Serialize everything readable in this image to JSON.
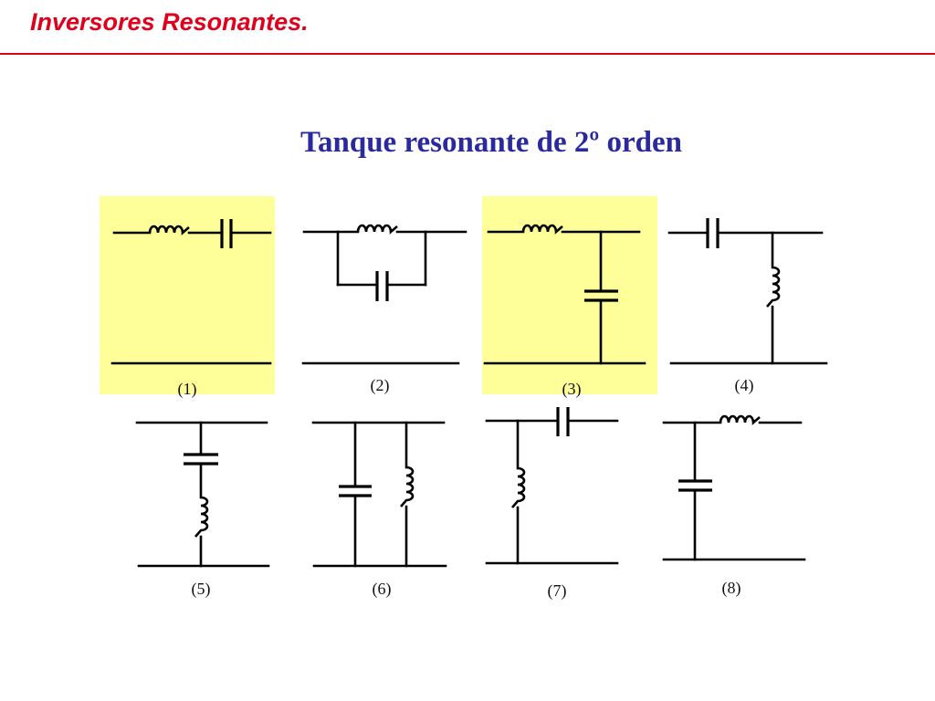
{
  "header": {
    "title": "Inversores Resonantes."
  },
  "diagram": {
    "title": "Tanque resonante de 2º orden"
  },
  "circuits": [
    {
      "label": "(1)",
      "highlighted": true,
      "topology": "series-inductor-capacitor"
    },
    {
      "label": "(2)",
      "highlighted": false,
      "topology": "parallel-inductor-capacitor-in-series-branch"
    },
    {
      "label": "(3)",
      "highlighted": true,
      "topology": "series-inductor-shunt-capacitor"
    },
    {
      "label": "(4)",
      "highlighted": false,
      "topology": "series-capacitor-shunt-inductor"
    },
    {
      "label": "(5)",
      "highlighted": false,
      "topology": "shunt-series-capacitor-inductor"
    },
    {
      "label": "(6)",
      "highlighted": false,
      "topology": "shunt-capacitor-and-shunt-inductor"
    },
    {
      "label": "(7)",
      "highlighted": false,
      "topology": "shunt-inductor-series-capacitor"
    },
    {
      "label": "(8)",
      "highlighted": false,
      "topology": "shunt-capacitor-series-inductor"
    }
  ],
  "colors": {
    "header": "#e0001b",
    "diagram_title": "#2a2a9e",
    "highlight": "#ffff99"
  }
}
